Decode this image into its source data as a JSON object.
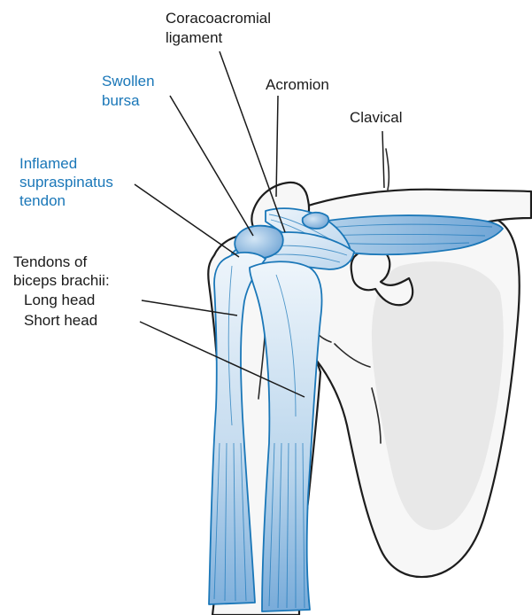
{
  "figure": {
    "colors": {
      "label_dark": "#1a1a1a",
      "label_highlight": "#1a77b8",
      "tendon_light": "#dcebf6",
      "tendon_mid": "#8fb9e0",
      "tendon_outline": "#1a77b8",
      "bone_fill": "#f7f7f7",
      "bone_outline": "#1d1d1d"
    },
    "labels": {
      "coracoacromial_line1": "Coracoacromial",
      "coracoacromial_line2": "ligament",
      "acromion": "Acromion",
      "clavical": "Clavical",
      "swollen_line1": "Swollen",
      "swollen_line2": "bursa",
      "inflamed_line1": "Inflamed",
      "inflamed_line2": "supraspinatus",
      "inflamed_line3": "tendon",
      "biceps_line1": "Tendons of",
      "biceps_line2": "biceps brachii:",
      "long_head": "Long head",
      "short_head": "Short head"
    }
  }
}
